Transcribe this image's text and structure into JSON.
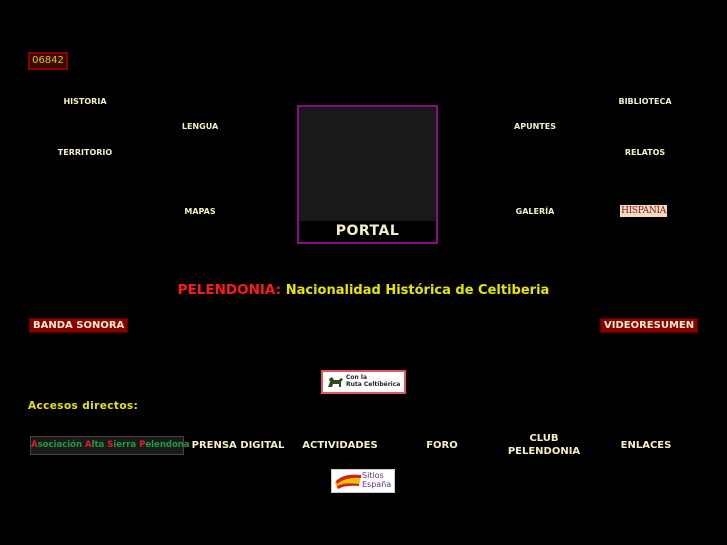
{
  "counter": {
    "value": "06842"
  },
  "nav_left": [
    {
      "label": "HISTORIA"
    },
    {
      "label": "LENGUA"
    },
    {
      "label": "TERRITORIO"
    },
    {
      "label": "MAPAS"
    }
  ],
  "nav_right": [
    {
      "label": "BIBLIOTECA"
    },
    {
      "label": "APUNTES"
    },
    {
      "label": "RELATOS"
    },
    {
      "label": "GALERÍA"
    }
  ],
  "portal": {
    "label": "PORTAL"
  },
  "hispania_badge": {
    "label": "HISPANIA"
  },
  "headline": {
    "prefix": "PELENDONIA:",
    "text": "Nacionalidad Histórica de Celtiberia"
  },
  "buttons": {
    "banda_sonora": "BANDA SONORA",
    "videoresumen": "VIDEORESUMEN"
  },
  "ruta_badge": {
    "line1": "Con la",
    "line2": "Ruta Celtibérica"
  },
  "accesos": {
    "heading": "Accesos directos:"
  },
  "asociacion": {
    "parts": [
      {
        "text": "A",
        "color": "#e02020"
      },
      {
        "text": "sociación ",
        "color": "#1f9d3a"
      },
      {
        "text": "A",
        "color": "#e02020"
      },
      {
        "text": "lta ",
        "color": "#1f9d3a"
      },
      {
        "text": "S",
        "color": "#e02020"
      },
      {
        "text": "ierra ",
        "color": "#1f9d3a"
      },
      {
        "text": "P",
        "color": "#e02020"
      },
      {
        "text": "elendona",
        "color": "#1f9d3a"
      }
    ]
  },
  "bottom_links": [
    {
      "label": "PRENSA DIGITAL"
    },
    {
      "label": "ACTIVIDADES"
    },
    {
      "label": "FORO"
    },
    {
      "line1": "CLUB",
      "line2": "PELENDONIA"
    },
    {
      "label": "ENLACES"
    }
  ],
  "sitios_badge": {
    "line1": "Sitios",
    "line2": "España"
  },
  "colors": {
    "background": "#000000",
    "link_text": "#f5efc8",
    "accent_red": "#ff1a1a",
    "accent_yellow": "#e6e600",
    "portal_border": "#8a0a8a",
    "button_red": "#8b0000"
  }
}
